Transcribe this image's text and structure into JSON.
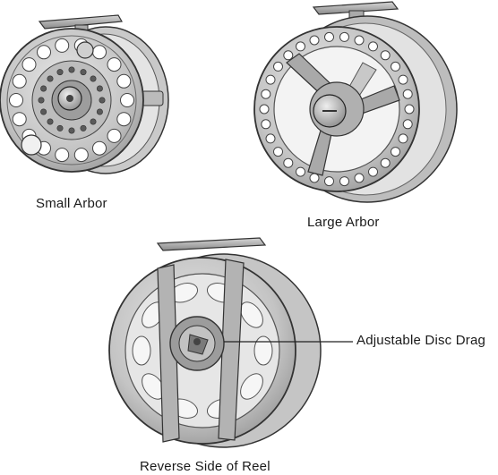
{
  "labels": {
    "small_arbor": "Small Arbor",
    "large_arbor": "Large Arbor",
    "adjustable_disc_drag": "Adjustable Disc Drag",
    "reverse_side": "Reverse Side of Reel"
  },
  "colors": {
    "metal_light": "#d9d9d9",
    "metal_mid": "#b5b5b5",
    "metal_dark": "#7c7c7c",
    "outline": "#333333",
    "background": "#ffffff"
  }
}
